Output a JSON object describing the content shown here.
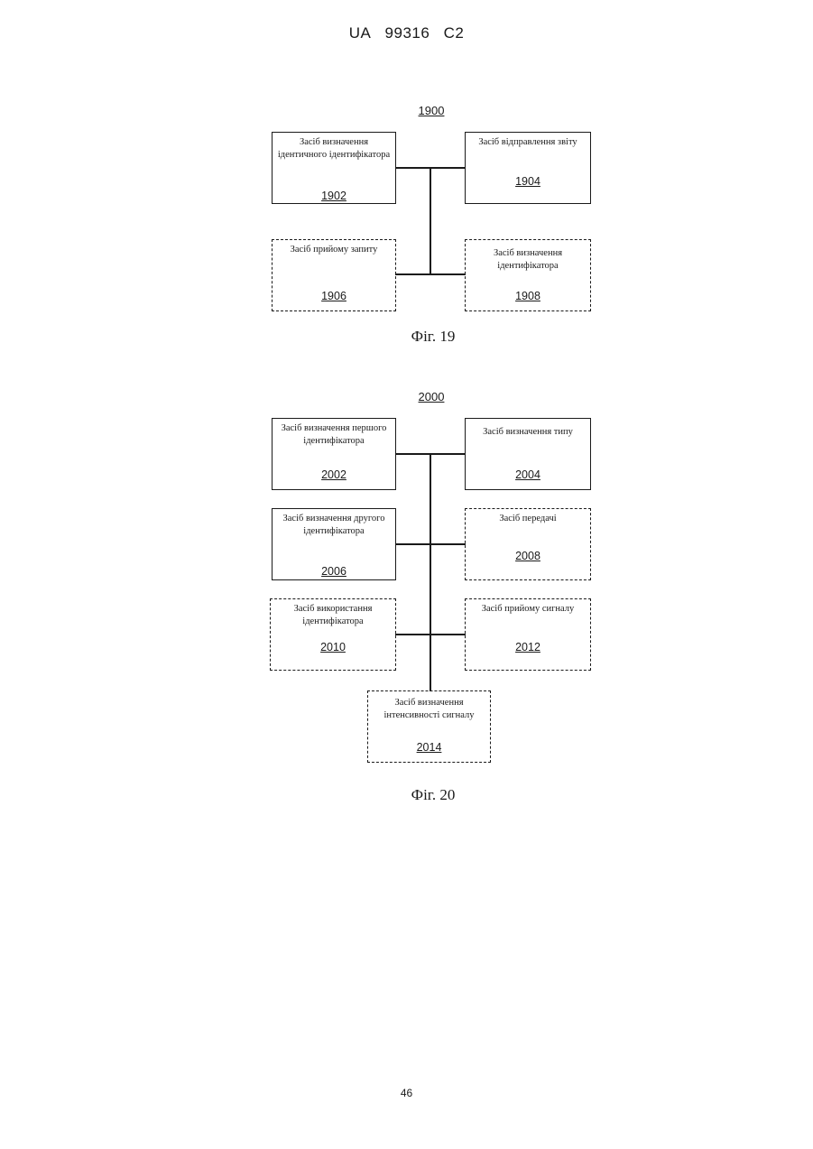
{
  "header": {
    "country": "UA",
    "number": "99316",
    "kind": "C2"
  },
  "fig19": {
    "id": "1900",
    "caption": "Фіг. 19",
    "boxes": {
      "b1902": {
        "label": "Засіб визначення ідентичного ідентифікатора",
        "num": "1902"
      },
      "b1904": {
        "label": "Засіб відправлення звіту",
        "num": "1904"
      },
      "b1906": {
        "label": "Засіб прийому запиту",
        "num": "1906"
      },
      "b1908": {
        "label": "Засіб визначення ідентифікатора",
        "num": "1908"
      }
    }
  },
  "fig20": {
    "id": "2000",
    "caption": "Фіг. 20",
    "boxes": {
      "b2002": {
        "label": "Засіб визначення першого ідентифікатора",
        "num": "2002"
      },
      "b2004": {
        "label": "Засіб визначення типу",
        "num": "2004"
      },
      "b2006": {
        "label": "Засіб визначення другого ідентифікатора",
        "num": "2006"
      },
      "b2008": {
        "label": "Засіб передачі",
        "num": "2008"
      },
      "b2010": {
        "label": "Засіб використання ідентифікатора",
        "num": "2010"
      },
      "b2012": {
        "label": "Засіб прийому сигналу",
        "num": "2012"
      },
      "b2014": {
        "label": "Засіб визначення інтенсивності сигналу",
        "num": "2014"
      }
    }
  },
  "page_number": "46"
}
